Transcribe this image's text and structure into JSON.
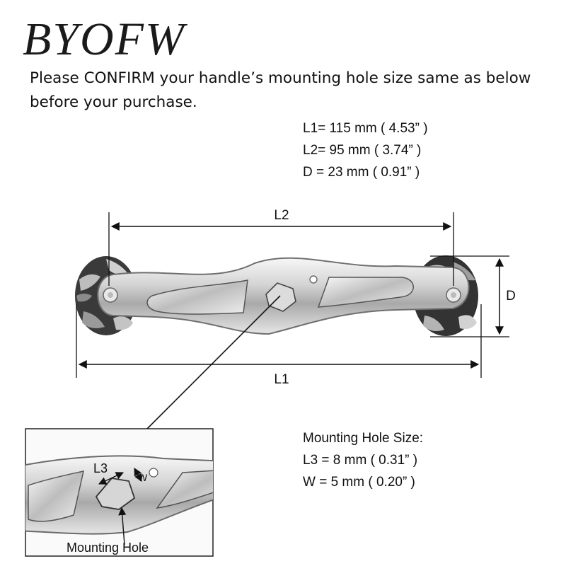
{
  "brand": "BYOFW",
  "notice": {
    "line1": "Please CONFIRM your handle’s mounting hole size same as below",
    "line2": "before your purchase."
  },
  "specs": {
    "l1": "L1= 115 mm ( 4.53” )",
    "l2": "L2= 95 mm ( 3.74” )",
    "d": "D = 23 mm ( 0.91” )"
  },
  "dimension_labels": {
    "l1": "L1",
    "l2": "L2",
    "d": "D",
    "l3": "L3",
    "w": "W"
  },
  "mounting_hole": {
    "title": "Mounting Hole Size:",
    "l3": "L3 = 8 mm ( 0.31” )",
    "w": "W = 5 mm ( 0.20” )",
    "callout": "Mounting Hole"
  },
  "colors": {
    "metal_light": "#f2f2f2",
    "metal_mid": "#c9c9c9",
    "metal_dark": "#8e8e8e",
    "knob_dark": "#2b2b2b",
    "knob_light": "#b9b9b9"
  }
}
